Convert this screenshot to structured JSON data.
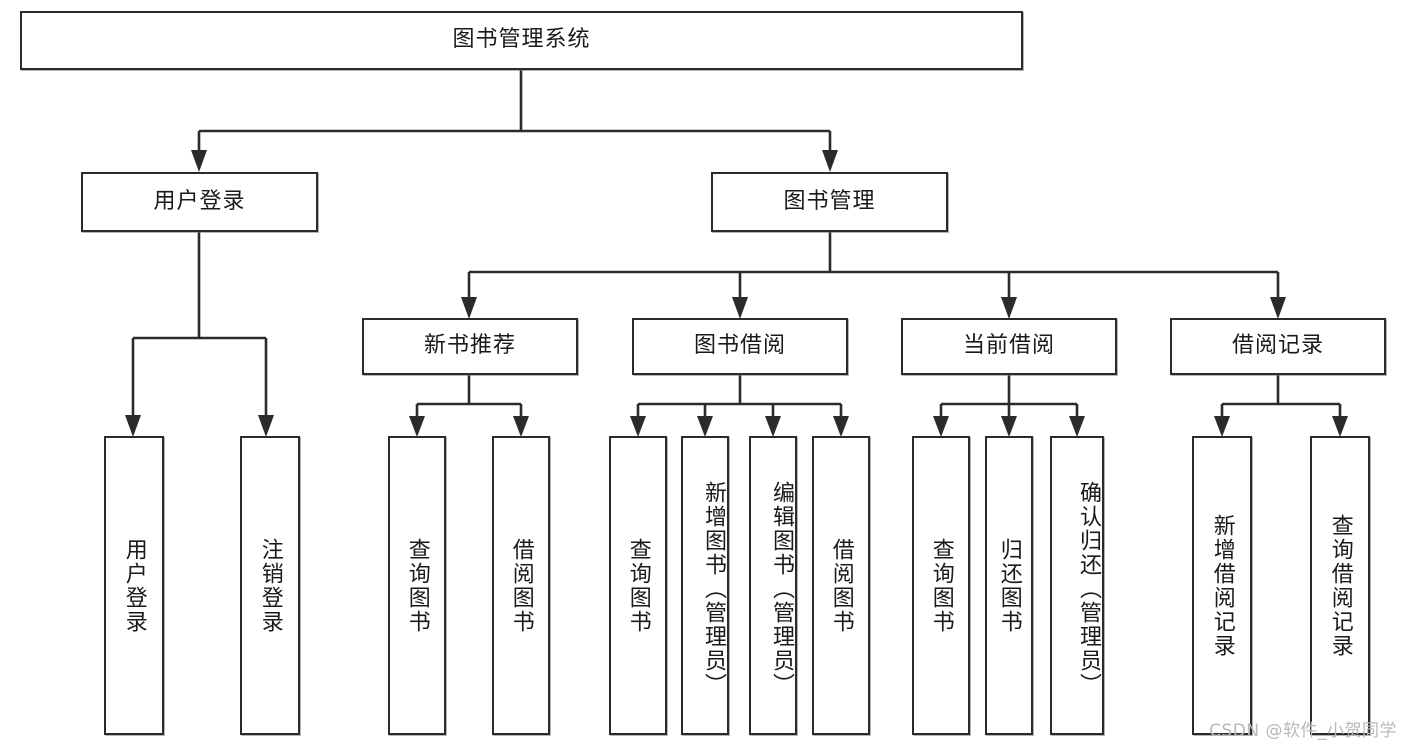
{
  "diagram": {
    "title": "图书管理系统",
    "type": "function-structure-tree",
    "root": {
      "id": "root",
      "label": "图书管理系统",
      "orientation": "horizontal"
    },
    "tier2": [
      {
        "id": "user-login",
        "label": "用户登录",
        "orientation": "horizontal"
      },
      {
        "id": "book-manage",
        "label": "图书管理",
        "orientation": "horizontal"
      }
    ],
    "tier3": [
      {
        "id": "new-book-recommend",
        "label": "新书推荐",
        "orientation": "horizontal",
        "parent": "book-manage"
      },
      {
        "id": "book-borrow",
        "label": "图书借阅",
        "orientation": "horizontal",
        "parent": "book-manage"
      },
      {
        "id": "current-borrow",
        "label": "当前借阅",
        "orientation": "horizontal",
        "parent": "book-manage"
      },
      {
        "id": "borrow-record",
        "label": "借阅记录",
        "orientation": "horizontal",
        "parent": "book-manage"
      }
    ],
    "leaves": [
      {
        "id": "leaf-user-login",
        "label": "用户登录",
        "orientation": "vertical",
        "parent": "user-login"
      },
      {
        "id": "leaf-user-logout",
        "label": "注销登录",
        "orientation": "vertical",
        "parent": "user-login"
      },
      {
        "id": "leaf-query-book-1",
        "label": "查询图书",
        "orientation": "vertical",
        "parent": "new-book-recommend"
      },
      {
        "id": "leaf-borrow-book-1",
        "label": "借阅图书",
        "orientation": "vertical",
        "parent": "new-book-recommend"
      },
      {
        "id": "leaf-query-book-2",
        "label": "查询图书",
        "orientation": "vertical",
        "parent": "book-borrow"
      },
      {
        "id": "leaf-add-book",
        "label": "新增图书（管理员）",
        "orientation": "vertical",
        "parent": "book-borrow"
      },
      {
        "id": "leaf-edit-book",
        "label": "编辑图书（管理员）",
        "orientation": "vertical",
        "parent": "book-borrow"
      },
      {
        "id": "leaf-borrow-book-2",
        "label": "借阅图书",
        "orientation": "vertical",
        "parent": "book-borrow"
      },
      {
        "id": "leaf-query-book-3",
        "label": "查询图书",
        "orientation": "vertical",
        "parent": "current-borrow"
      },
      {
        "id": "leaf-return-book",
        "label": "归还图书",
        "orientation": "vertical",
        "parent": "current-borrow"
      },
      {
        "id": "leaf-confirm-return",
        "label": "确认归还（管理员）",
        "orientation": "vertical",
        "parent": "current-borrow"
      },
      {
        "id": "leaf-add-record",
        "label": "新增借阅记录",
        "orientation": "vertical",
        "parent": "borrow-record"
      },
      {
        "id": "leaf-query-record",
        "label": "查询借阅记录",
        "orientation": "vertical",
        "parent": "borrow-record"
      }
    ],
    "colors": {
      "node_border": "#2b2b2b",
      "node_fill": "#ffffff",
      "edge": "#2b2b2b",
      "text": "#1a1a1a",
      "watermark": "#b9b9b9",
      "background": "#ffffff"
    }
  },
  "watermark": {
    "text": "CSDN @软件_小贺同学"
  }
}
